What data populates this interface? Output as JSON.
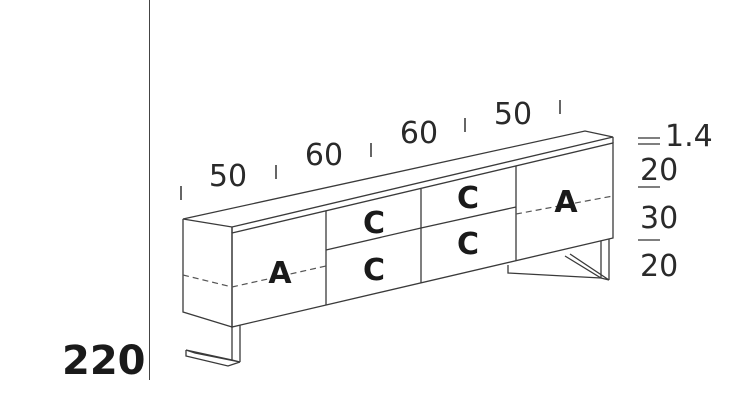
{
  "model_number": "220",
  "width_dims": [
    "50",
    "60",
    "60",
    "50"
  ],
  "height_dims": [
    "1.4",
    "20",
    "30",
    "20"
  ],
  "front_labels": {
    "left_door": "A",
    "mid_left_top": "C",
    "mid_left_bottom": "C",
    "mid_right_top": "C",
    "mid_right_bottom": "C",
    "right_door": "A"
  }
}
